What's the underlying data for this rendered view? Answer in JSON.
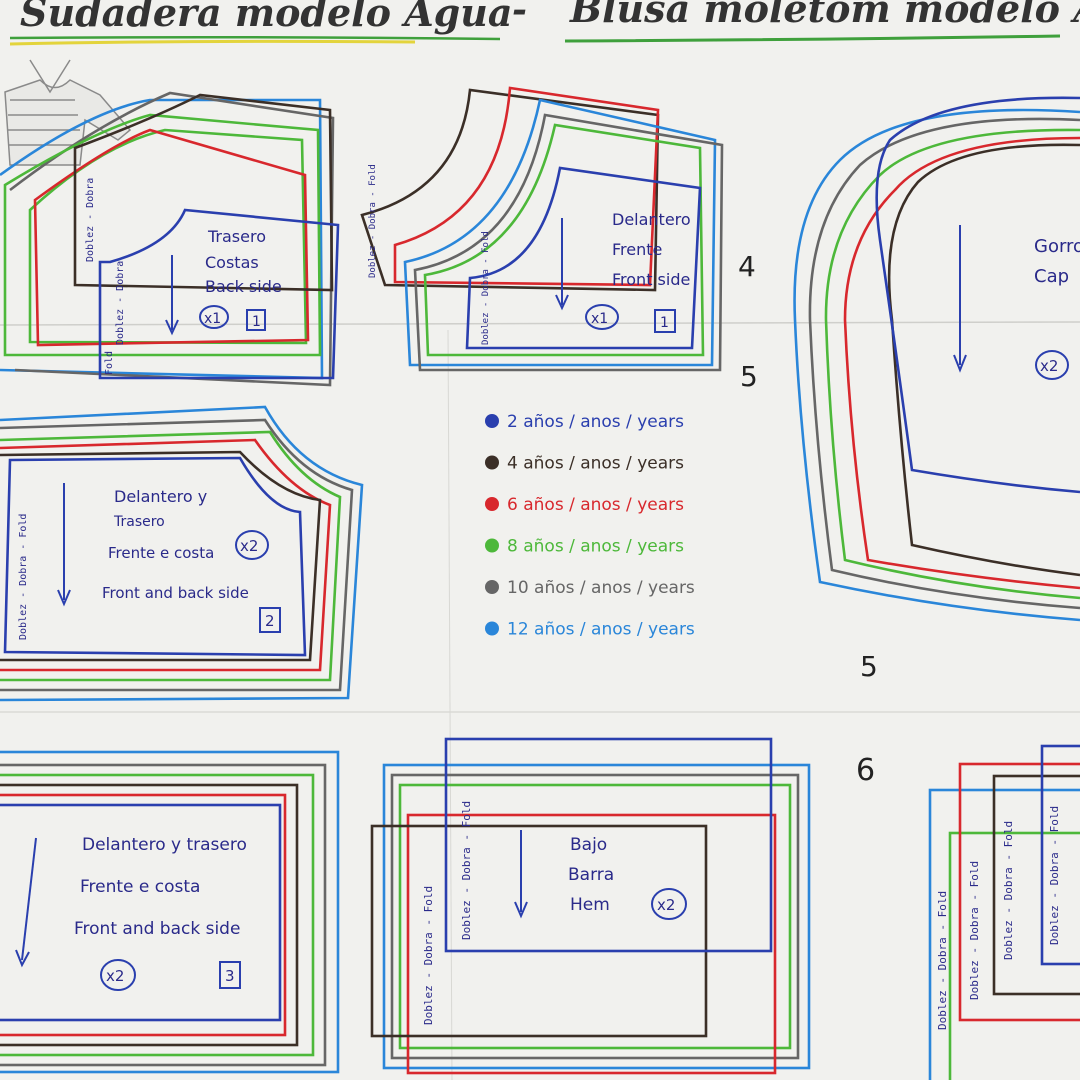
{
  "title": {
    "left": "Sudadera modelo Agua",
    "separator": "-",
    "right": "Blusa moletom modelo A"
  },
  "colors": {
    "size_2": "#2a3fae",
    "size_4": "#3b2f27",
    "size_6": "#d8282d",
    "size_8": "#4db83a",
    "size_10": "#666666",
    "size_12": "#2a86d9",
    "underline_yellow": "#e3d43c",
    "underline_green": "#3fa03c"
  },
  "pieces": {
    "back": {
      "lines": [
        "Trasero",
        "Costas",
        "Back side"
      ],
      "qty": "x1",
      "number": "1",
      "fold": "Doblez - Dobra",
      "fold_tail": "Fold"
    },
    "front": {
      "lines": [
        "Delantero",
        "Frente",
        "Front side"
      ],
      "qty": "x1",
      "number": "1",
      "fold": "Doblez - Dobra - Fold"
    },
    "cap": {
      "lines": [
        "Gorro",
        "Cap"
      ],
      "qty": "x2"
    },
    "sleeve": {
      "lines": [
        "Delantero y",
        "Trasero",
        "Frente e costa",
        "Front and back side"
      ],
      "qty": "x2",
      "number": "2",
      "fold": "Doblez - Dobra - Fold"
    },
    "pocket": {
      "lines": [
        "Delantero y trasero",
        "Frente e costa",
        "Front and back side"
      ],
      "qty": "x2",
      "number": "3"
    },
    "hem": {
      "lines": [
        "Bajo",
        "Barra",
        "Hem"
      ],
      "qty": "x2",
      "fold": "Doblez - Dobra - Fold"
    },
    "cuff": {
      "fold": "Doblez - Dobra - Fold"
    }
  },
  "sheet_numbers": {
    "n4": "4",
    "n5a": "5",
    "n5b": "5",
    "n6": "6"
  },
  "legend": [
    {
      "size": "2 años / anos / years",
      "color": "#2a3fae"
    },
    {
      "size": "4 años / anos / years",
      "color": "#3b2f27"
    },
    {
      "size": "6 años / anos / years",
      "color": "#d8282d"
    },
    {
      "size": "8 años / anos / years",
      "color": "#4db83a"
    },
    {
      "size": "10 años / anos / years",
      "color": "#666666"
    },
    {
      "size": "12 años / anos / years",
      "color": "#2a86d9"
    }
  ]
}
